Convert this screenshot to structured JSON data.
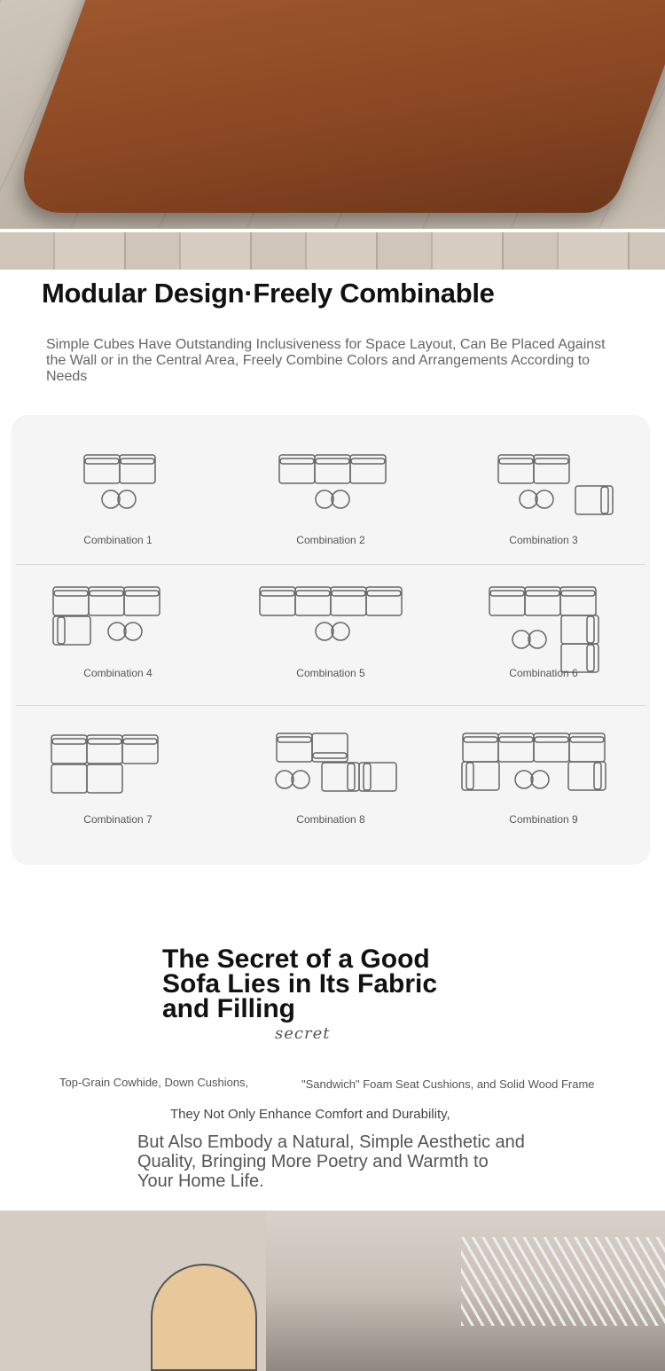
{
  "modular": {
    "title": "Modular Design·Freely Combinable",
    "intro": "Simple Cubes Have Outstanding Inclusiveness for Space Layout, Can Be Placed Against the Wall or in the Central Area, Freely Combine Colors and Arrangements According to Needs",
    "combinations": [
      "Combination 1",
      "Combination 2",
      "Combination 3",
      "Combination 4",
      "Combination 5",
      "Combination 6",
      "Combination 7",
      "Combination 8",
      "Combination 9"
    ]
  },
  "secret": {
    "title": "The Secret of a Good Sofa Lies in Its Fabric and Filling",
    "signature": "secret",
    "line1a": "Top-Grain Cowhide, Down Cushions,",
    "line1b": "\"Sandwich\" Foam Seat Cushions, and Solid Wood Frame",
    "line2": "They Not Only Enhance Comfort and Durability,",
    "line3": "But Also Embody a Natural, Simple Aesthetic and Quality, Bringing More Poetry and Warmth to Your Home Life."
  }
}
